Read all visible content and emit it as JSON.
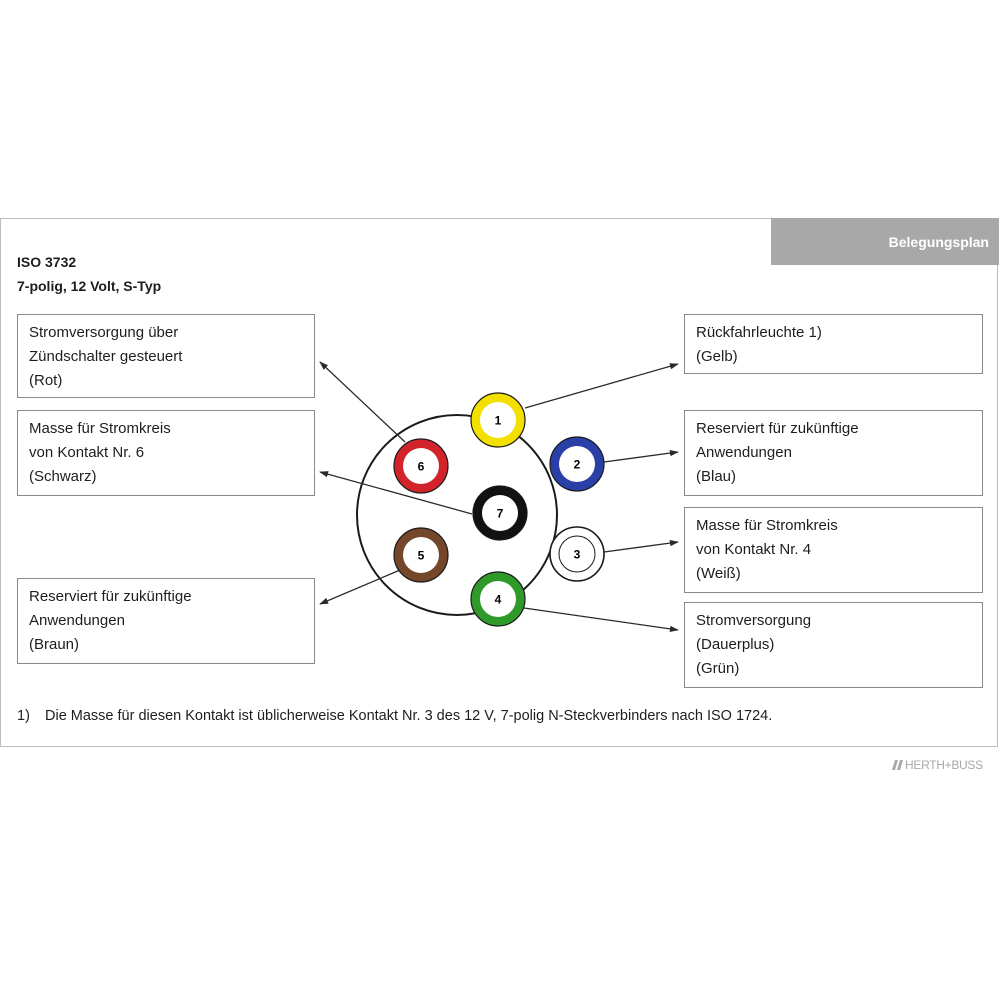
{
  "header": {
    "tab_label": "Belegungsplan",
    "standard": "ISO 3732",
    "spec": "7-polig, 12 Volt, S-Typ"
  },
  "boxes": {
    "pin6": [
      "Stromversorgung über",
      "Zündschalter gesteuert",
      "(Rot)"
    ],
    "pin7": [
      "Masse für Stromkreis",
      "von Kontakt Nr. 6",
      "(Schwarz)"
    ],
    "pin5": [
      "Reserviert für zukünftige",
      "Anwendungen",
      "(Braun)"
    ],
    "pin1": [
      "Rückfahrleuchte 1)",
      "(Gelb)"
    ],
    "pin2": [
      "Reserviert für zukünftige",
      "Anwendungen",
      "(Blau)"
    ],
    "pin3": [
      "Masse für Stromkreis",
      "von Kontakt Nr. 4",
      "(Weiß)"
    ],
    "pin4": [
      "Stromversorgung",
      "(Dauerplus)",
      "(Grün)"
    ]
  },
  "pins": [
    {
      "number": "1",
      "color": "#f2e000"
    },
    {
      "number": "2",
      "color": "#2b3fa8"
    },
    {
      "number": "3",
      "color": "#ffffff"
    },
    {
      "number": "4",
      "color": "#2f9a2a"
    },
    {
      "number": "5",
      "color": "#74472b"
    },
    {
      "number": "6",
      "color": "#d2232a"
    },
    {
      "number": "7",
      "color": "#111111"
    }
  ],
  "footnote": {
    "number": "1)",
    "text": "Die Masse für diesen Kontakt ist üblicherweise Kontakt Nr. 3 des 12 V, 7-polig N-Steckverbinders nach ISO 1724."
  },
  "brand": {
    "logo_text": "HERTH+BUSS",
    "icon": "slash-logo-icon"
  }
}
